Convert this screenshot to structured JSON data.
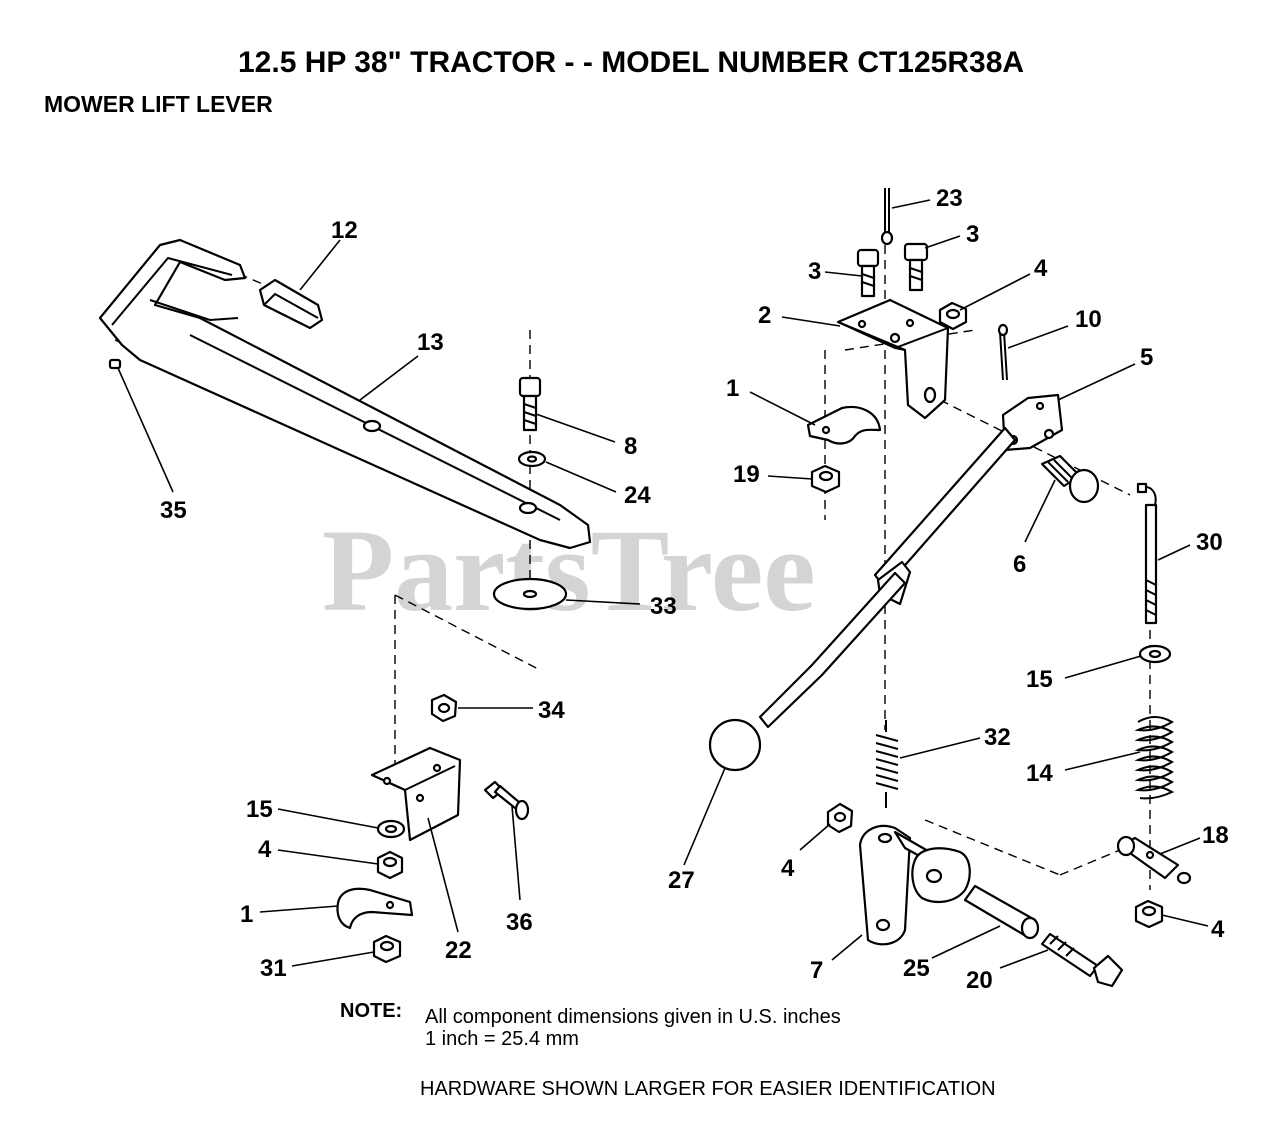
{
  "title": "12.5 HP 38\" TRACTOR - - MODEL NUMBER CT125R38A",
  "subtitle": "MOWER LIFT LEVER",
  "watermark": "PartsTree",
  "note": {
    "label": "NOTE:",
    "line1": "All component dimensions given in U.S. inches",
    "line2": "1 inch = 25.4 mm"
  },
  "footer": "HARDWARE SHOWN LARGER FOR EASIER IDENTIFICATION",
  "callouts": {
    "c23": "23",
    "c3a": "3",
    "c3b": "3",
    "c4a": "4",
    "c2": "2",
    "c10": "10",
    "c5": "5",
    "c1a": "1",
    "c19": "19",
    "c6": "6",
    "c30": "30",
    "c12": "12",
    "c13": "13",
    "c8": "8",
    "c24": "24",
    "c35": "35",
    "c33": "33",
    "c34": "34",
    "c15a": "15",
    "c4b": "4",
    "c1b": "1",
    "c31": "31",
    "c22": "22",
    "c36": "36",
    "c27": "27",
    "c32": "32",
    "c15b": "15",
    "c14": "14",
    "c18": "18",
    "c4c": "4",
    "c4d": "4",
    "c7": "7",
    "c25": "25",
    "c20": "20"
  }
}
